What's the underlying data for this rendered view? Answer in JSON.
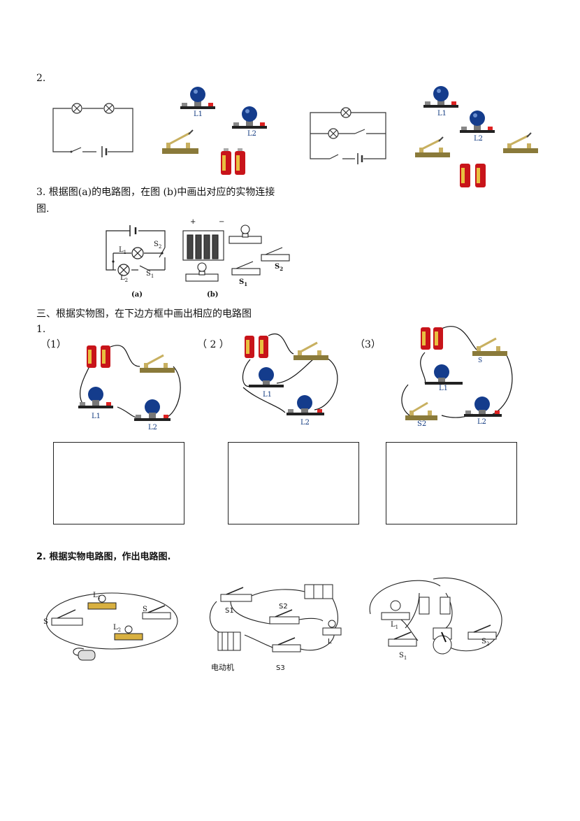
{
  "section2": {
    "number": "2.",
    "labels": {
      "l1": "L1",
      "l2": "L2"
    }
  },
  "section3": {
    "text_line1": "3. 根据图(a)的电路图，在图 (b)中画出对应的实物连接",
    "text_line2": "图.",
    "fig_a": {
      "caption": "(a)",
      "l1": "L",
      "l1_sub": "1",
      "l2": "L",
      "l2_sub": "2",
      "s1": "S",
      "s1_sub": "1",
      "s2": "S",
      "s2_sub": "2"
    },
    "fig_b": {
      "caption": "(b)",
      "s1": "S",
      "s1_sub": "1",
      "s2": "S",
      "s2_sub": "2",
      "plus": "+",
      "minus": "−"
    }
  },
  "part3": {
    "heading": "三、根据实物图，在下边方框中画出相应的电路图",
    "number": "1.",
    "items": [
      {
        "tag": "（1）",
        "l1": "L1",
        "l2": "L2"
      },
      {
        "tag": "（ 2 ）",
        "l1": "L1",
        "l2": "L2"
      },
      {
        "tag": "（3）",
        "s": "S",
        "l1": "L1",
        "s2": "S2",
        "l2": "L2"
      }
    ]
  },
  "part4": {
    "heading": "2. 根据实物电路图，作出电路图.",
    "fig1": {
      "s": "S",
      "l1": "L",
      "l1_sub": "1",
      "l2": "L",
      "l2_sub": "2",
      "s_right": "S"
    },
    "fig2": {
      "s1": "S1",
      "s2": "S2",
      "s3": "S3",
      "l": "L",
      "motor": "电动机"
    },
    "fig3": {
      "l1": "L",
      "l1_sub": "1",
      "s1": "S",
      "s1_sub": "1",
      "s2": "S",
      "s2_sub": "2"
    }
  },
  "colors": {
    "battery_red": "#c8141a",
    "bulb_blue": "#143c8c",
    "switch_base": "#8a7a3a",
    "lamp_base_gold": "#d8b040"
  }
}
